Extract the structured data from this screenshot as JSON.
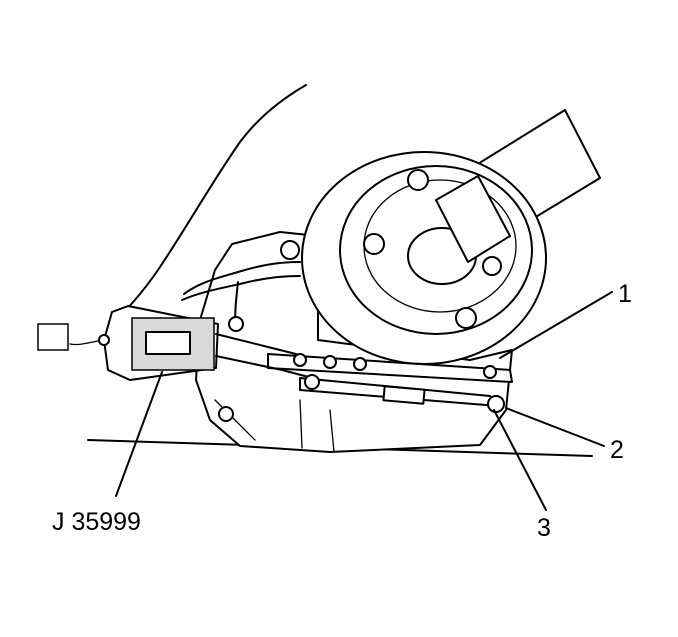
{
  "callouts": {
    "label_1": "1",
    "label_2": "2",
    "label_3": "3",
    "tool": "J 35999"
  }
}
